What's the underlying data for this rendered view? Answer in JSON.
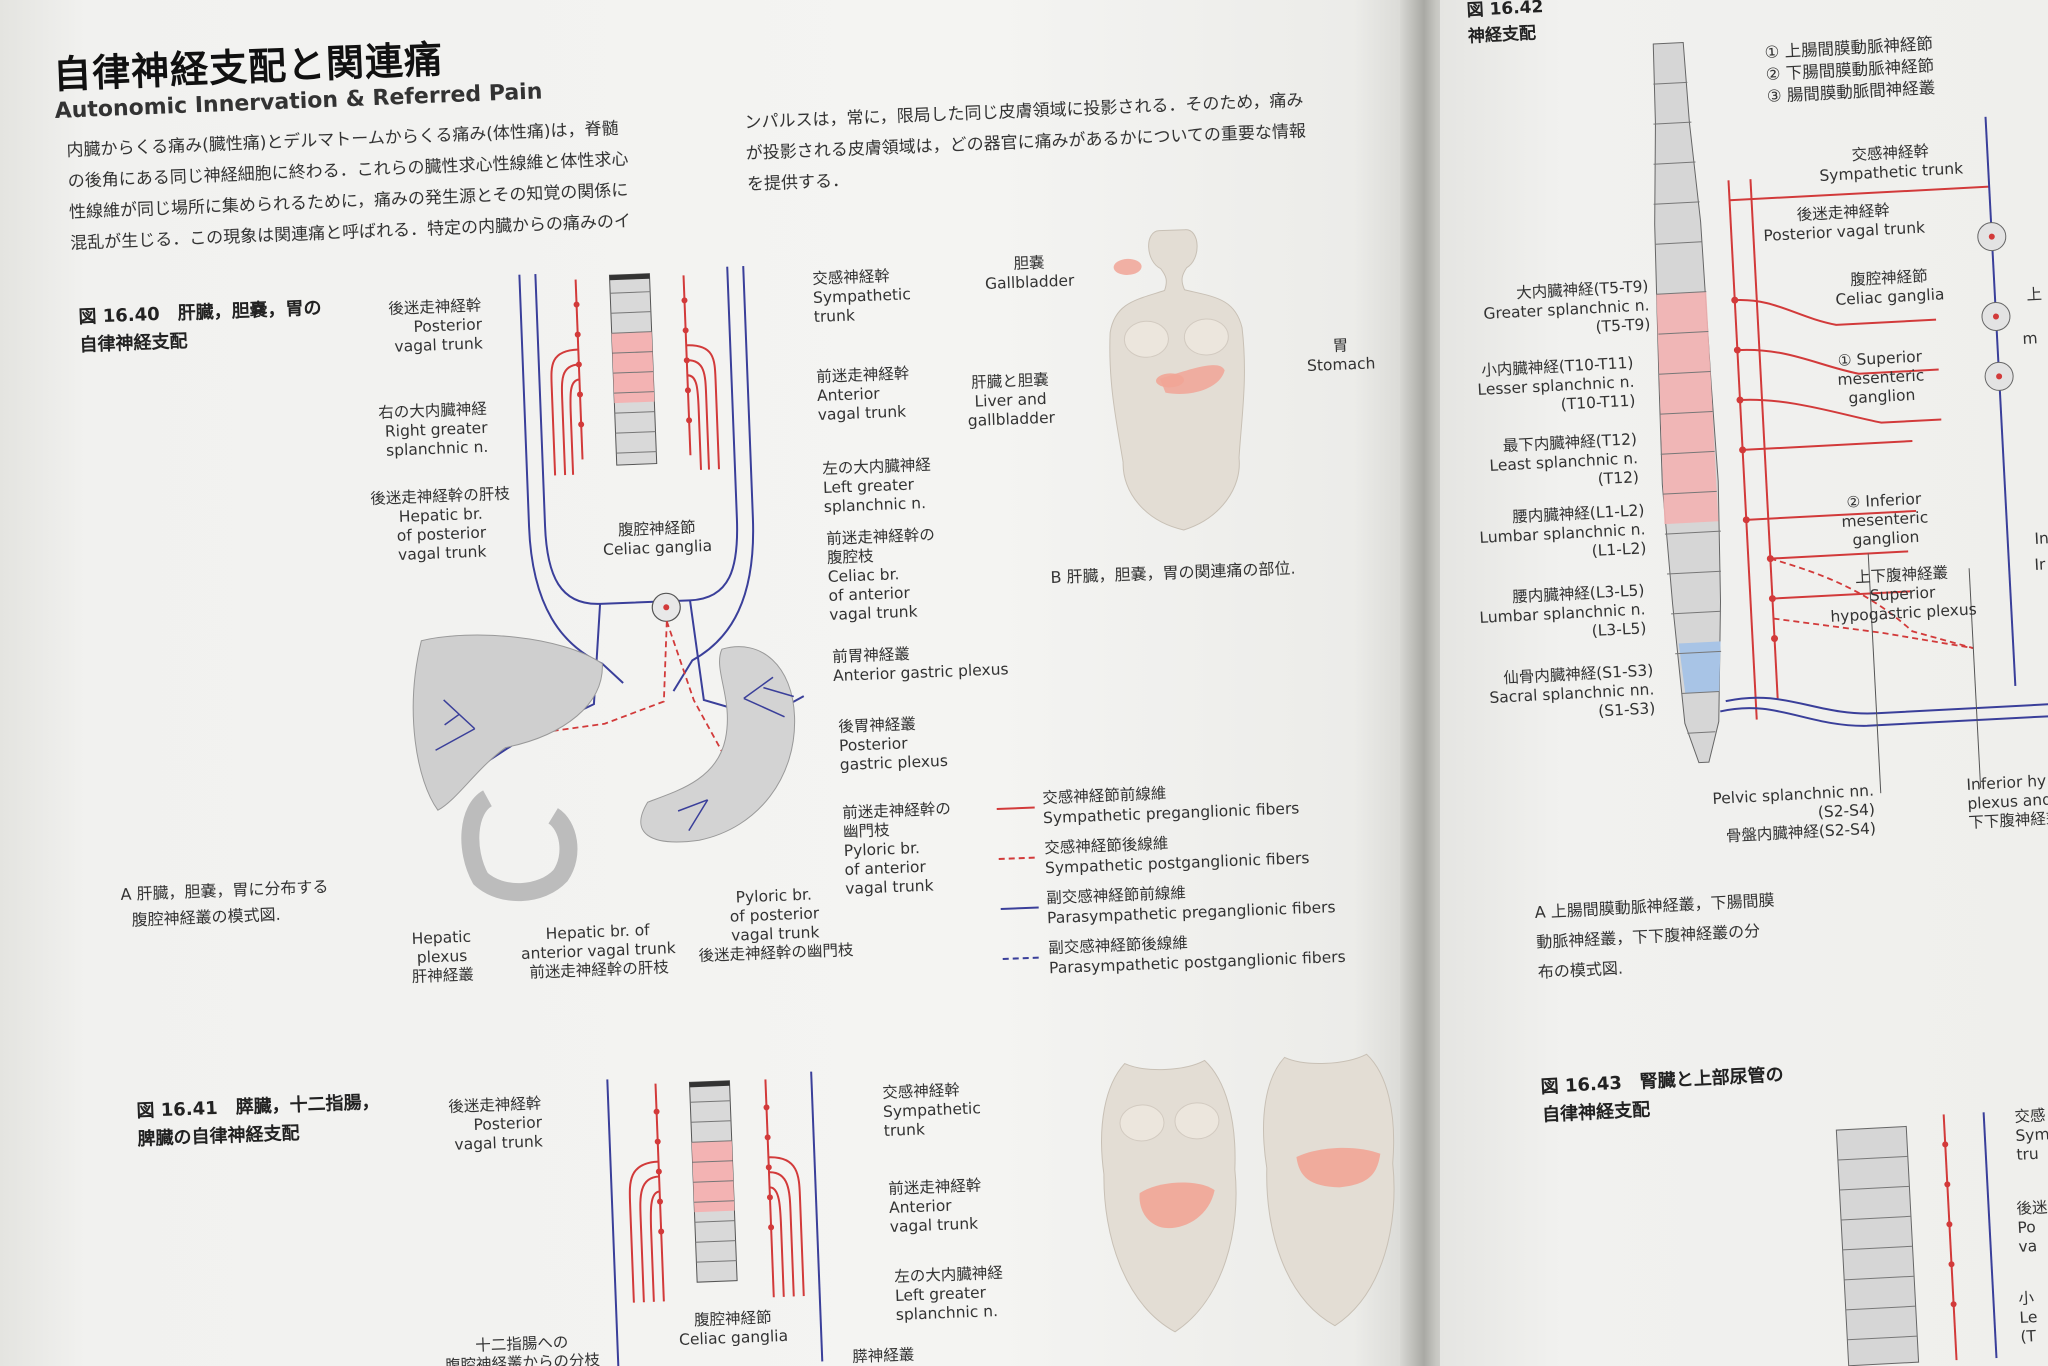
{
  "left_page": {
    "title_jp": "自律神経支配と関連痛",
    "title_en": "Autonomic Innervation & Referred Pain",
    "body_col1": "内臓からくる痛み(臓性痛)とデルマトームからくる痛み(体性痛)は，脊髄\nの後角にある同じ神経細胞に終わる．これらの臓性求心性線維と体性求心\n性線維が同じ場所に集められるために，痛みの発生源とその知覚の関係に\n混乱が生じる．この現象は関連痛と呼ばれる．特定の内臓からの痛みのイ",
    "body_col2": "ンパルスは，常に，限局した同じ皮膚領域に投影される．そのため，痛み\nが投影される皮膚領域は，どの器官に痛みがあるかについての重要な情報\nを提供する．",
    "fig1640_title": "図 16.40　肝臓，胆嚢，胃の\n自律神経支配",
    "fig1640_caption_a": "A 肝臓，胆嚢，胃に分布する\n  腹腔神経叢の模式図.",
    "fig1640_caption_b": "B 肝臓，胆嚢，胃の関連痛の部位.",
    "fig1640_labels": {
      "posterior_vagal": "後迷走神経幹\nPosterior\nvagal trunk",
      "right_greater": "右の大内臓神経\nRight greater\nsplanchnic n.",
      "hepatic_post": "後迷走神経幹の肝枝\nHepatic br.\nof posterior\nvagal trunk",
      "celiac": "腹腔神経節\nCeliac ganglia",
      "sympathetic_trunk": "交感神経幹\nSympathetic\ntrunk",
      "anterior_vagal": "前迷走神経幹\nAnterior\nvagal trunk",
      "left_greater": "左の大内臓神経\nLeft greater\nsplanchnic n.",
      "celiac_br": "前迷走神経幹の\n腹腔枝\nCeliac br.\nof anterior\nvagal trunk",
      "ant_gastric": "前胃神経叢\nAnterior gastric plexus",
      "post_gastric": "後胃神経叢\nPosterior\ngastric plexus",
      "pyloric_ant": "前迷走神経幹の\n幽門枝\nPyloric br.\nof anterior\nvagal trunk",
      "pyloric_post": "Pyloric br.\nof posterior\nvagal trunk\n後迷走神経幹の幽門枝",
      "hepatic_ant": "Hepatic br. of\nanterior vagal trunk\n前迷走神経幹の肝枝",
      "hepatic_plexus": "Hepatic\nplexus\n肝神経叢",
      "gallbladder": "胆嚢\nGallbladder",
      "liver_gb": "肝臓と胆嚢\nLiver and\ngallbladder",
      "stomach": "胃\nStomach"
    },
    "legend": [
      {
        "jp": "交感神経節前線維",
        "en": "Sympathetic preganglionic fibers",
        "color": "#d23a3a",
        "style": "solid"
      },
      {
        "jp": "交感神経節後線維",
        "en": "Sympathetic postganglionic fibers",
        "color": "#d23a3a",
        "style": "dashed"
      },
      {
        "jp": "副交感神経節前線維",
        "en": "Parasympathetic preganglionic fibers",
        "color": "#3a3f9a",
        "style": "solid"
      },
      {
        "jp": "副交感神経節後線維",
        "en": "Parasympathetic postganglionic fibers",
        "color": "#3a3f9a",
        "style": "dashed"
      }
    ],
    "fig1641_title": "図 16.41　膵臓，十二指腸，\n脾臓の自律神経支配",
    "fig1641_labels": {
      "posterior_vagal": "後迷走神経幹\nPosterior\nvagal trunk",
      "sympathetic_trunk": "交感神経幹\nSympathetic\ntrunk",
      "anterior_vagal": "前迷走神経幹\nAnterior\nvagal trunk",
      "left_greater": "左の大内臓神経\nLeft greater\nsplanchnic n.",
      "celiac": "腹腔神経節\nCeliac ganglia",
      "duodenum": "十二指腸への\n腹腔神経叢からの分枝",
      "pancreas": "膵神経叢"
    }
  },
  "right_page": {
    "fig1642_title": "図 16.42\n神経支配",
    "numbered": "① 上腸間膜動脈神経節\n② 下腸間膜動脈神経節\n③ 腸間膜動脈間神経叢",
    "labels": {
      "sympathetic": "交感神経幹\nSympathetic trunk",
      "posterior_vagal": "後迷走神経幹\nPosterior vagal trunk",
      "celiac": "腹腔神経節\nCeliac ganglia",
      "greater": "大内臓神経(T5-T9)\nGreater splanchnic n.\n(T5-T9)",
      "lesser": "小内臓神経(T10-T11)\nLesser splanchnic n.\n(T10-T11)",
      "least": "最下内臓神経(T12)\nLeast splanchnic n.\n(T12)",
      "lumbar1": "腰内臓神経(L1-L2)\nLumbar splanchnic n.\n(L1-L2)",
      "lumbar2": "腰内臓神経(L3-L5)\nLumbar splanchnic n.\n(L3-L5)",
      "sacral": "仙骨内臓神経(S1-S3)\nSacral splanchnic nn.\n(S1-S3)",
      "sup_mes": "① Superior\nmesenteric\nganglion",
      "inf_mes": "② Inferior\nmesenteric\nganglion",
      "sup_hypo": "上下腹神経叢\nSuperior\nhypogastric plexus",
      "pelvic": "Pelvic splanchnic nn.\n(S2-S4)\n骨盤内臓神経(S2-S4)",
      "inferior_hyp": "Inferior hy\nplexus and pe\n下下腹神経叢",
      "top_right": "上",
      "top_right2": "m",
      "right_edge1": "In",
      "right_edge2": "Ir"
    },
    "caption_a": "A 上腸間膜動脈神経叢，下腸間膜\n動脈神経叢，下下腹神経叢の分\n布の模式図.",
    "fig1643_title": "図 16.43　腎臓と上部尿管の\n自律神経支配",
    "fig1643_labels": {
      "symp": "交感\nSym\ntru",
      "post": "後迷\nPo\nva",
      "lesser": "小\nLe\n(T"
    }
  }
}
